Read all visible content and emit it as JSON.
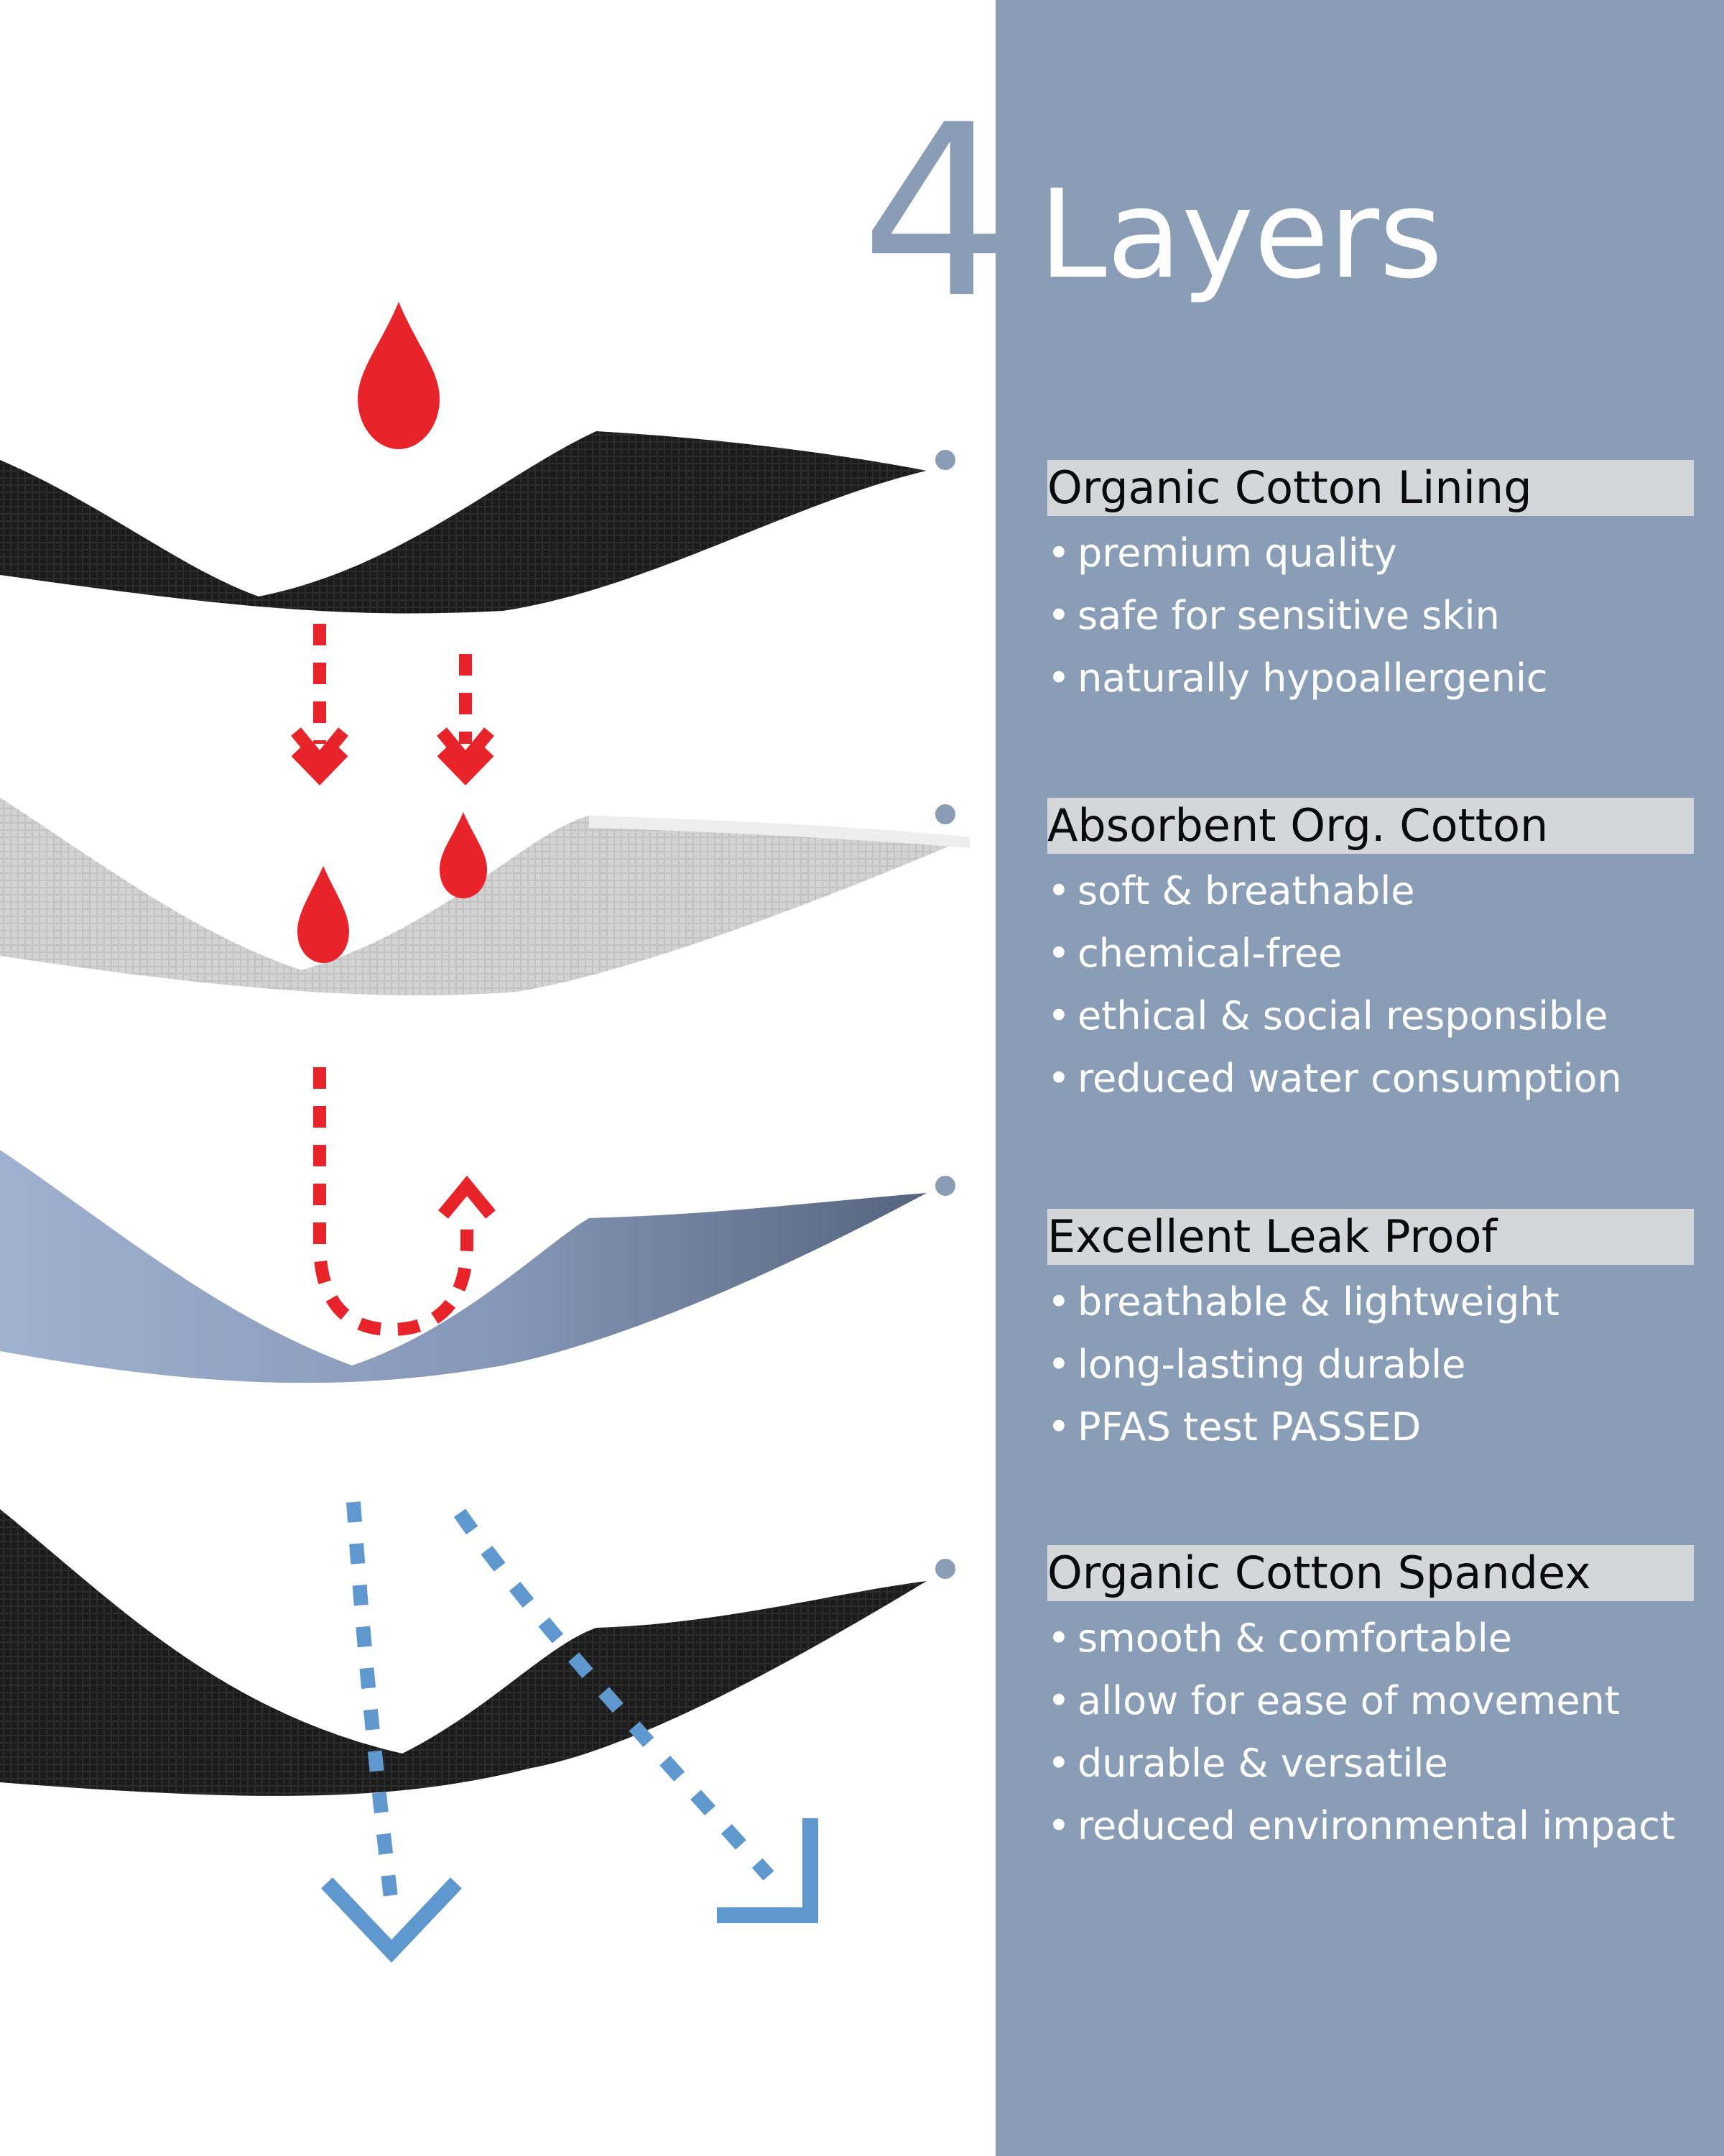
{
  "title": {
    "number": "4",
    "word": "Layers"
  },
  "colors": {
    "panel": "#8a9db7",
    "heading_bg": "#d4d6da",
    "drop_red": "#e8232a",
    "arrow_blue": "#5f98cf",
    "layer_black": "#1b1b1b",
    "layer_gray": "#cfcfcf",
    "layer_blue": "#8fa2c3"
  },
  "layers": [
    {
      "heading": "Organic Cotton Lining",
      "features": [
        "premium quality",
        "safe for sensitive skin",
        "naturally hypoallergenic"
      ]
    },
    {
      "heading": "Absorbent Org. Cotton",
      "features": [
        "soft & breathable",
        "chemical-free",
        "ethical & social responsible",
        "reduced water consumption"
      ]
    },
    {
      "heading": "Excellent Leak Proof",
      "features": [
        "breathable & lightweight",
        "long-lasting durable",
        "PFAS test PASSED"
      ]
    },
    {
      "heading": "Organic Cotton Spandex",
      "features": [
        "smooth & comfortable",
        "allow for ease of movement",
        "durable & versatile",
        "reduced environmental impact"
      ]
    }
  ],
  "icons": [
    "drop-icon",
    "down-arrow-icon",
    "up-arrow-icon",
    "connector-dot-icon"
  ]
}
